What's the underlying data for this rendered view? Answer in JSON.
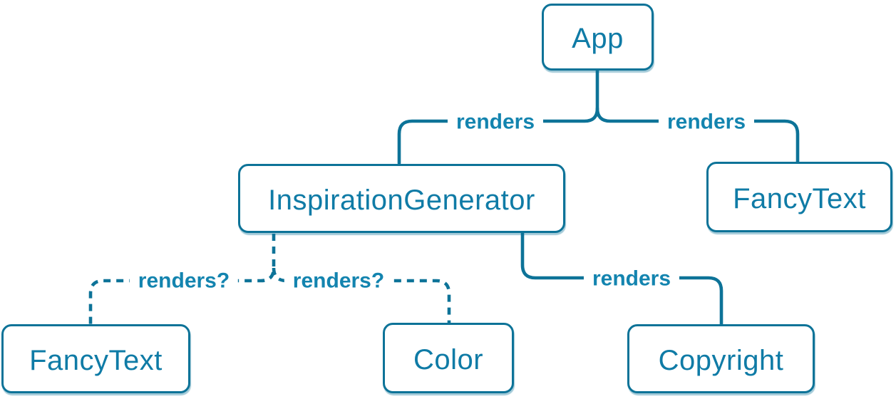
{
  "diagram": {
    "type": "component-tree",
    "background": "#ffffff",
    "colors": {
      "line": "#0d7398",
      "node_border": "#0d7398",
      "node_fill": "#ffffff",
      "node_text": "#0f7ba6",
      "edge_label_text": "#1384af"
    },
    "nodes": [
      {
        "id": "app",
        "label": "App"
      },
      {
        "id": "inspiration-generator",
        "label": "InspirationGenerator"
      },
      {
        "id": "fancy-text-top",
        "label": "FancyText"
      },
      {
        "id": "fancy-text-bottom",
        "label": "FancyText"
      },
      {
        "id": "color",
        "label": "Color"
      },
      {
        "id": "copyright",
        "label": "Copyright"
      }
    ],
    "edges": [
      {
        "from": "App",
        "to": "InspirationGenerator",
        "label": "renders",
        "style": "solid"
      },
      {
        "from": "App",
        "to": "FancyText",
        "label": "renders",
        "style": "solid"
      },
      {
        "from": "InspirationGenerator",
        "to": "FancyText",
        "label": "renders?",
        "style": "dashed"
      },
      {
        "from": "InspirationGenerator",
        "to": "Color",
        "label": "renders?",
        "style": "dashed"
      },
      {
        "from": "InspirationGenerator",
        "to": "Copyright",
        "label": "renders",
        "style": "solid"
      }
    ]
  }
}
